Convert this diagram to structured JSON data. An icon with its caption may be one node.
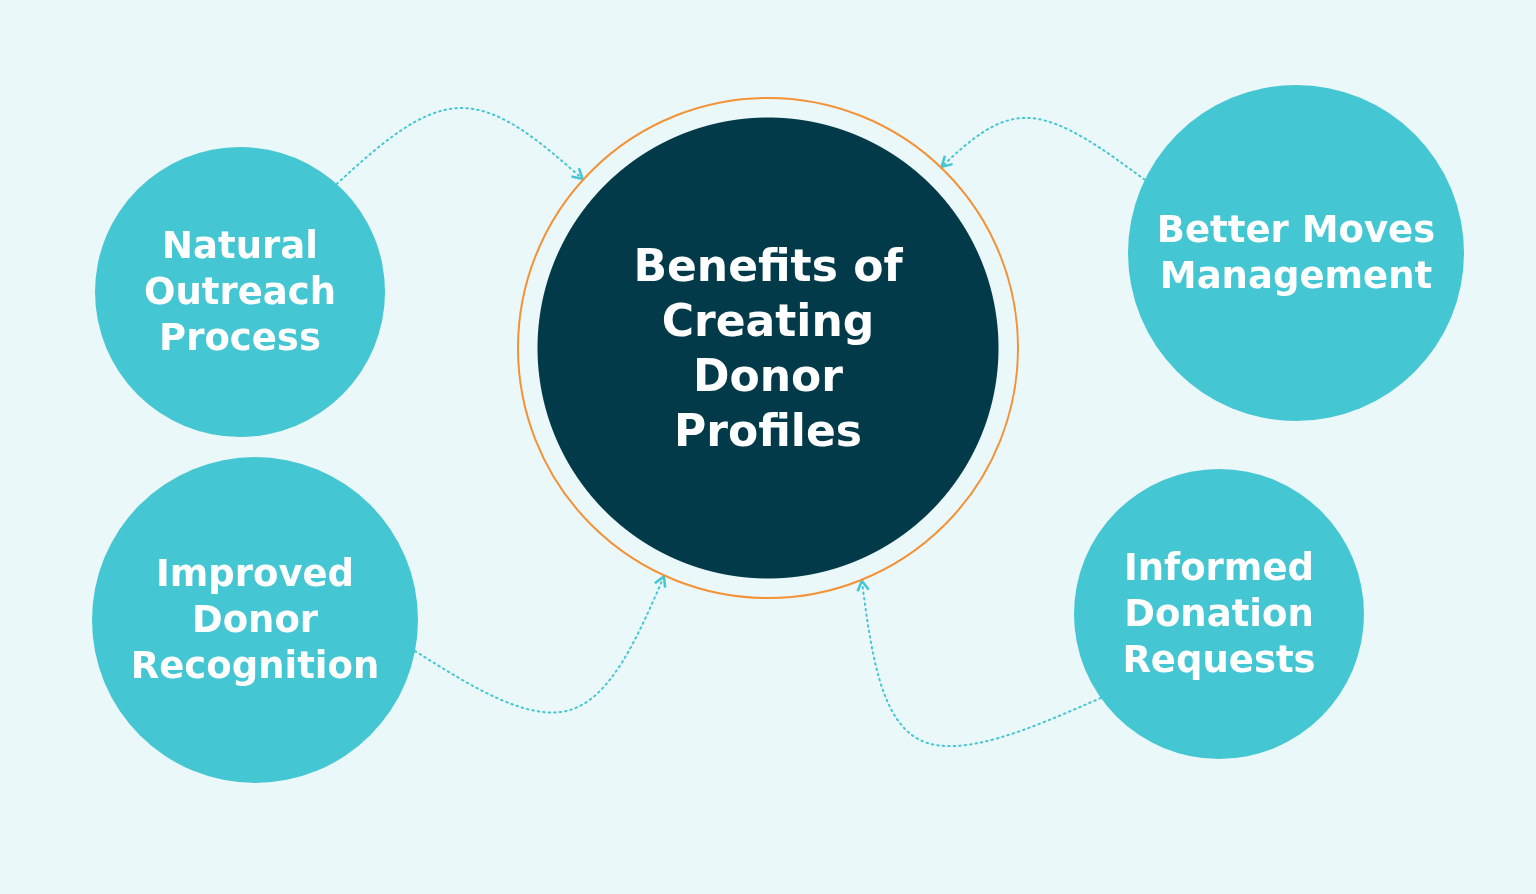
{
  "diagram": {
    "nodes": [
      {
        "text": [
          "Benefits of Creating Donor Profiles"
        ]
      },
      {
        "text": [
          "Natural Outreach Process"
        ]
      },
      {
        "text": [
          "Better Moves Management"
        ]
      },
      {
        "text": [
          "Improved Donor Recognition"
        ]
      },
      {
        "text": [
          "Informed Donation Requests"
        ]
      }
    ],
    "edges": [
      {
        "from": 1,
        "to": 0,
        "arrow": "to"
      },
      {
        "from": 2,
        "to": 0,
        "arrow": "to"
      },
      {
        "from": 3,
        "to": 0,
        "arrow": "to"
      },
      {
        "from": 4,
        "to": 0,
        "arrow": "to"
      }
    ]
  }
}
